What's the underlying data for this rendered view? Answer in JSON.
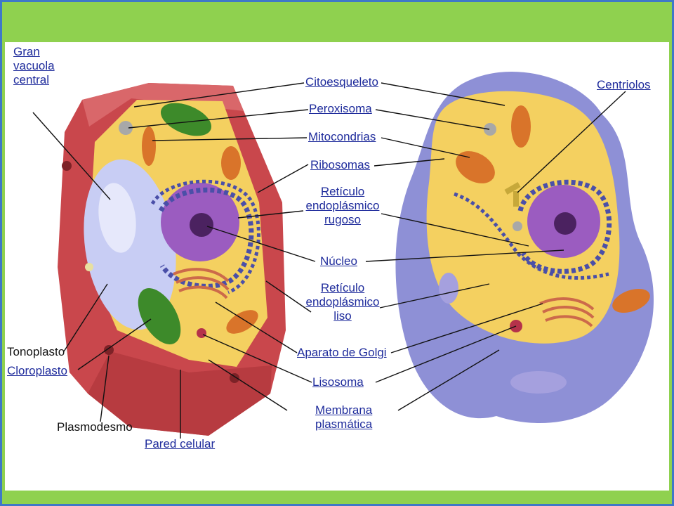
{
  "frame": {
    "border_color": "#3e78c8",
    "band_color": "#8fd14f",
    "panel_color": "#ffffff"
  },
  "colors": {
    "plant_wall": "#c9474c",
    "cytoplasm": "#f4d060",
    "vacuole": "#c8cdf4",
    "nucleus": "#9b5cc0",
    "chloroplast": "#3d8a2a",
    "mitochondria": "#d9742a",
    "animal_membrane": "#8e90d6",
    "rough_er": "#4a4fa8",
    "label_link": "#1f2c9c"
  },
  "labels": {
    "gran_vacuola": [
      "Gran",
      "vacuola",
      "central"
    ],
    "citoesqueleto": "Citoesqueleto",
    "peroxisoma": "Peroxisoma",
    "mitocondrias": "Mitocondrias",
    "ribosomas": "Ribosomas",
    "reticulo_rugoso": [
      "Retículo",
      "endoplásmico",
      "rugoso"
    ],
    "nucleo": "Núcleo",
    "reticulo_liso": [
      "Retículo",
      "endoplásmico",
      "liso"
    ],
    "aparato_golgi": "Aparato de Golgi",
    "lisosoma": "Lisosoma",
    "membrana": [
      "Membrana",
      "plasmática"
    ],
    "centriolos": "Centriolos",
    "tonoplasto": "Tonoplasto",
    "cloroplasto": "Cloroplasto",
    "plasmodesmo": "Plasmodesmo",
    "pared_celular": "Pared celular"
  }
}
